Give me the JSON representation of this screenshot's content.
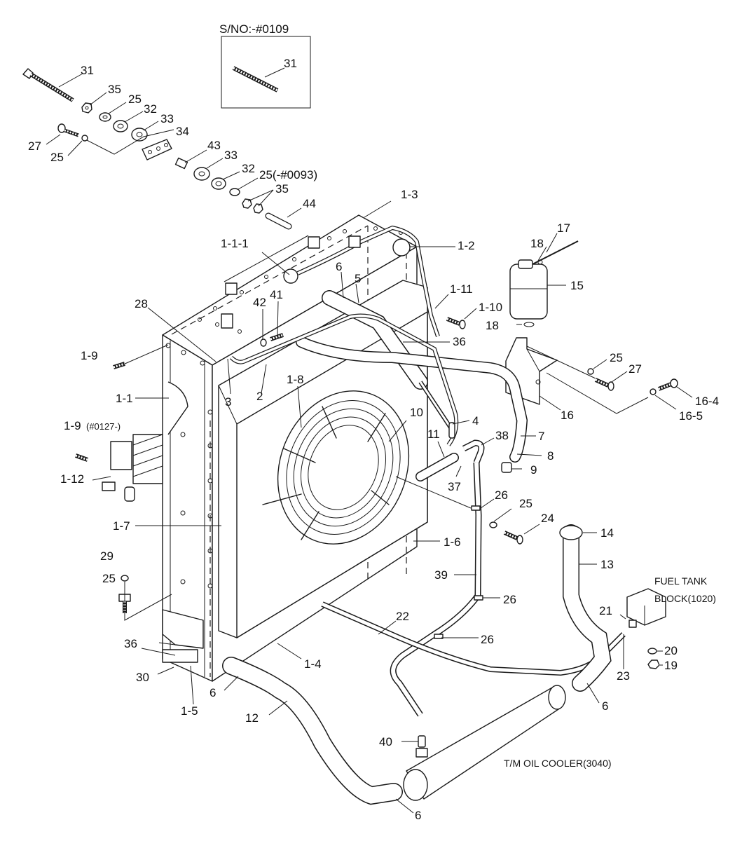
{
  "labels": {
    "sno": "S/NO:-#0109",
    "p31a": "31",
    "p31b": "31",
    "p35a": "35",
    "p25a": "25",
    "p32a": "32",
    "p33a": "33",
    "p34": "34",
    "p27a": "27",
    "p25b": "25",
    "p43": "43",
    "p33b": "33",
    "p32b": "32",
    "p25c": "25(-#0093)",
    "p35b": "35",
    "p44": "44",
    "p1_3": "1-3",
    "p1_1_1": "1-1-1",
    "p1_2": "1-2",
    "p6a": "6",
    "p5": "5",
    "p1_11": "1-11",
    "p1_10": "1-10",
    "p28": "28",
    "p42": "42",
    "p41": "41",
    "p36a": "36",
    "p17": "17",
    "p18a": "18",
    "p15": "15",
    "p18b": "18",
    "p25d": "25",
    "p27b": "27",
    "p16_4": "16-4",
    "p16_5": "16-5",
    "p16": "16",
    "p1_9a": "1-9",
    "p1_1": "1-1",
    "p3": "3",
    "p2": "2",
    "p1_8": "1-8",
    "p1_9b": "1-9",
    "p1_9b_note": "(#0127-)",
    "p10": "10",
    "p4": "4",
    "p11": "11",
    "p38": "38",
    "p7": "7",
    "p8": "8",
    "p9": "9",
    "p1_12": "1-12",
    "p37": "37",
    "p26a": "26",
    "p25e": "25",
    "p24": "24",
    "p1_7": "1-7",
    "p1_6": "1-6",
    "p14": "14",
    "p13": "13",
    "p29": "29",
    "p25f": "25",
    "p39": "39",
    "p26b": "26",
    "fuel_tank_1": "FUEL TANK",
    "fuel_tank_2": "BLOCK(1020)",
    "p21": "21",
    "p22": "22",
    "p26c": "26",
    "p20": "20",
    "p19": "19",
    "p23": "23",
    "p36b": "36",
    "p30": "30",
    "p1_4": "1-4",
    "p6b": "6",
    "p6c": "6",
    "p1_5": "1-5",
    "p12": "12",
    "p40": "40",
    "tm_oil_cooler": "T/M OIL COOLER(3040)",
    "p6d": "6"
  }
}
